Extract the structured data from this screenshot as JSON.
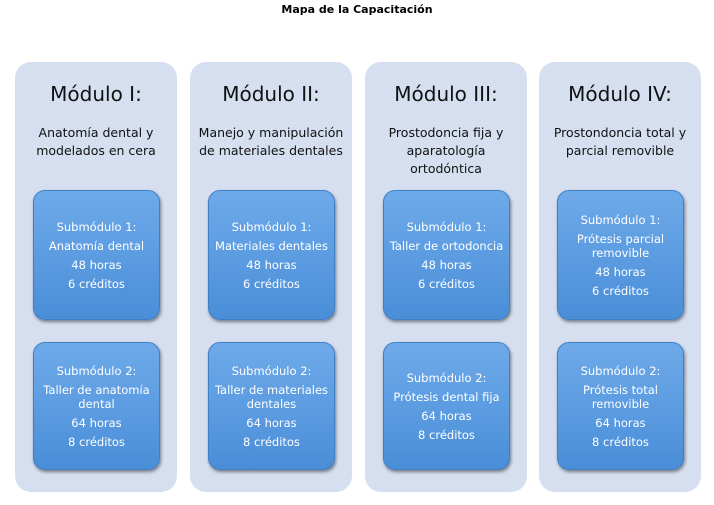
{
  "title": "Mapa de la Capacitación",
  "modules": [
    {
      "heading": "Módulo I:",
      "desc": "Anatomía dental y modelados en cera",
      "subs": [
        {
          "label": "Submódulo 1:",
          "name": "Anatomía dental",
          "hours": "48 horas",
          "credits": "6 créditos"
        },
        {
          "label": "Submódulo 2:",
          "name": "Taller de anatomía dental",
          "hours": "64 horas",
          "credits": "8 créditos"
        }
      ]
    },
    {
      "heading": "Módulo II:",
      "desc": "Manejo y manipulación de materiales dentales",
      "subs": [
        {
          "label": "Submódulo 1:",
          "name": "Materiales dentales",
          "hours": "48 horas",
          "credits": "6 créditos"
        },
        {
          "label": "Submódulo 2:",
          "name": "Taller de materiales dentales",
          "hours": "64 horas",
          "credits": "8 créditos"
        }
      ]
    },
    {
      "heading": "Módulo III:",
      "desc": "Prostodoncia fija y aparatología ortodóntica",
      "subs": [
        {
          "label": "Submódulo 1:",
          "name": "Taller de ortodoncia",
          "hours": "48 horas",
          "credits": "6 créditos"
        },
        {
          "label": "Submódulo 2:",
          "name": "Prótesis dental fija",
          "hours": "64 horas",
          "credits": "8 créditos"
        }
      ]
    },
    {
      "heading": "Módulo IV:",
      "desc": "Prostondoncia total y parcial removible",
      "subs": [
        {
          "label": "Submódulo 1:",
          "name": "Prótesis parcial removible",
          "hours": "48 horas",
          "credits": "6 créditos"
        },
        {
          "label": "Submódulo 2:",
          "name": "Prótesis total removible",
          "hours": "64 horas",
          "credits": "8 créditos"
        }
      ]
    }
  ]
}
